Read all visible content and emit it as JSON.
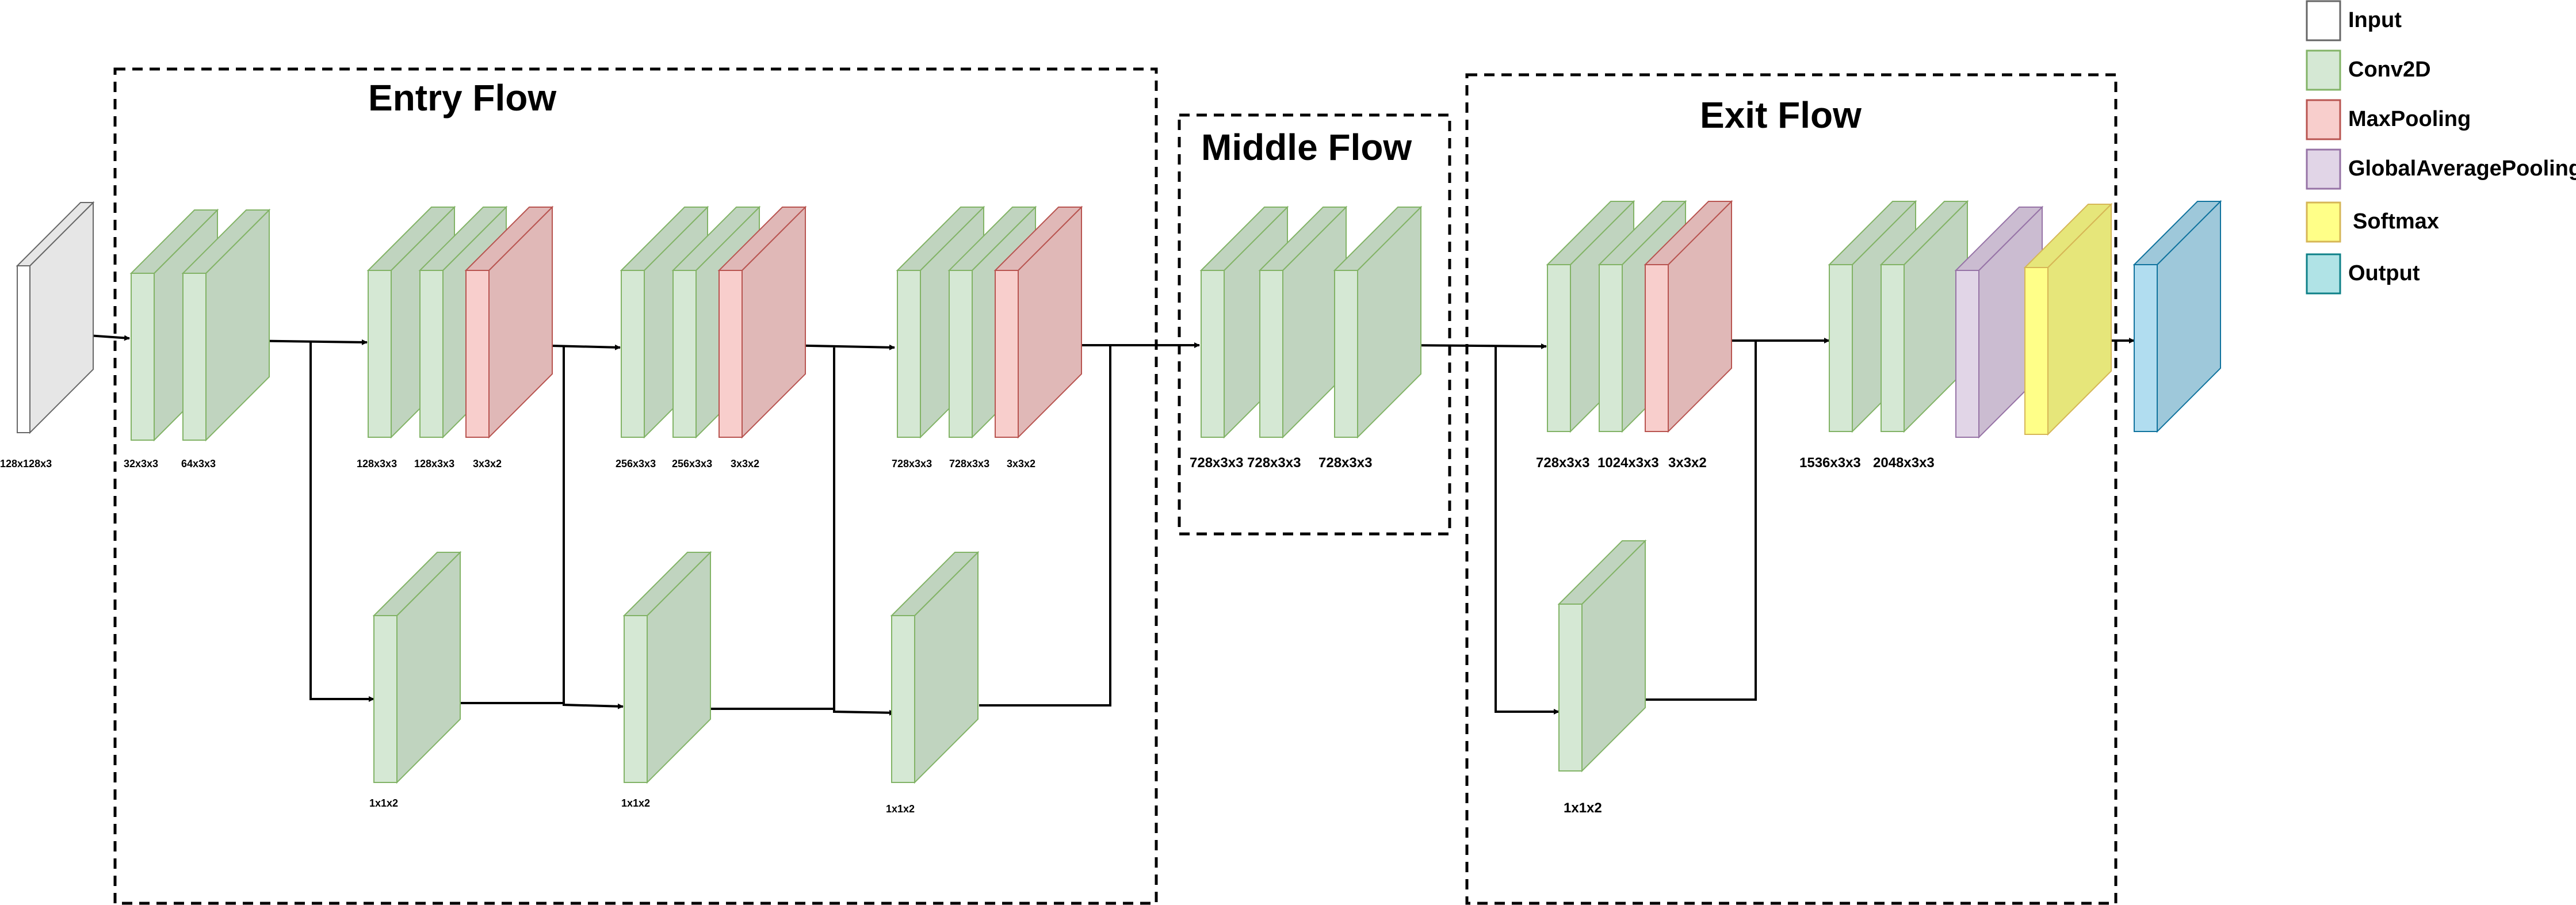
{
  "sections": {
    "entry": "Entry Flow",
    "middle": "Middle Flow",
    "exit": "Exit Flow"
  },
  "labels": {
    "input": "128x128x3",
    "e1": "32x3x3",
    "e2": "64x3x3",
    "e3": "128x3x3",
    "e4": "128x3x3",
    "e5": "3x3x2",
    "e6": "256x3x3",
    "e7": "256x3x3",
    "e8": "3x3x2",
    "e9": "728x3x3",
    "e10": "728x3x3",
    "e11": "3x3x2",
    "s1": "1x1x2",
    "s2": "1x1x2",
    "s3": "1x1x2",
    "m1": "728x3x3",
    "m2": "728x3x3",
    "m3": "728x3x3",
    "x1": "728x3x3",
    "x2": "1024x3x3",
    "x3": "3x3x2",
    "x4": "1536x3x3",
    "x5": "2048x3x3",
    "s4": "1x1x2"
  },
  "legend": [
    {
      "label": "Input",
      "color": "#ffffff"
    },
    {
      "label": "Conv2D",
      "color": "#d5e8d4"
    },
    {
      "label": "MaxPooling",
      "color": "#f8cecc"
    },
    {
      "label": "GlobalAveragePooling",
      "color": "#e1d5e7"
    },
    {
      "label": "Softmax",
      "color": "#ffff88"
    },
    {
      "label": "Output",
      "color": "#b1ddf0"
    }
  ],
  "colors": {
    "input_front": "#ffffff",
    "input_side": "#e6e6e6",
    "conv_front": "#d5e8d4",
    "conv_side": "#c0d4bf",
    "pool_front": "#f8cecc",
    "pool_side": "#e0b8b7",
    "gap_front": "#e1d5e7",
    "gap_side": "#cbbcd1",
    "softmax_front": "#ffff88",
    "softmax_side": "#e6e67a",
    "output_front": "#b1ddf0",
    "output_side": "#9ec8da",
    "legend_output": "#b0e3e6"
  }
}
